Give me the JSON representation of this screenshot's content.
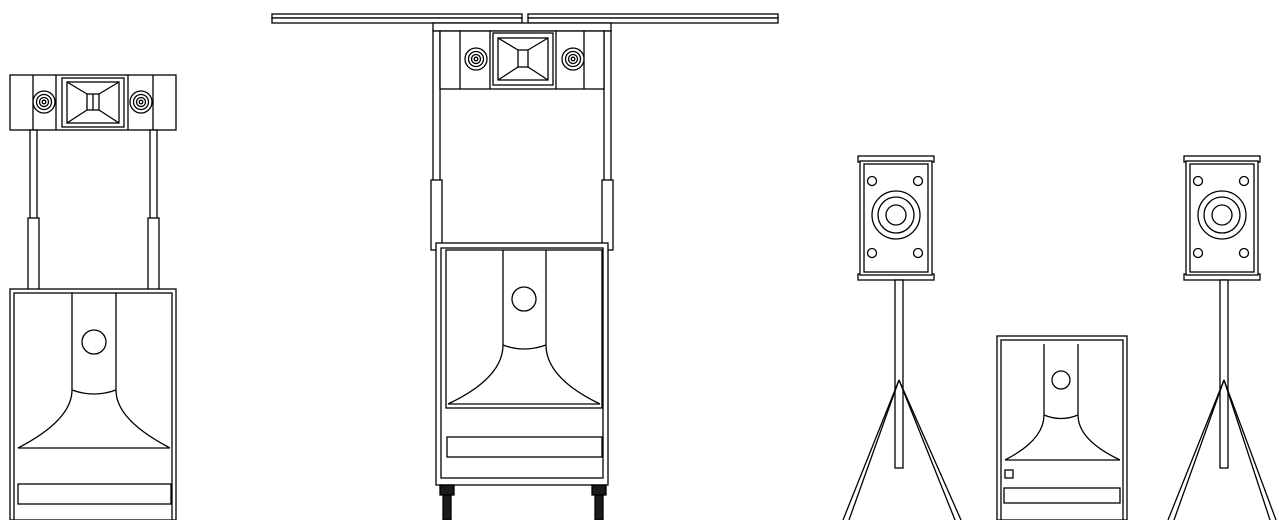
{
  "colors": {
    "line": "#000000",
    "fill": "#ffffff",
    "dark": "#1a1a1a"
  },
  "figures": [
    {
      "name": "pole-mounted-speaker-stack"
    },
    {
      "name": "rolling-speaker-cabinet-with-tables"
    },
    {
      "name": "tripod-speaker-left"
    },
    {
      "name": "small-subwoofer-cabinet"
    },
    {
      "name": "tripod-speaker-right"
    }
  ]
}
